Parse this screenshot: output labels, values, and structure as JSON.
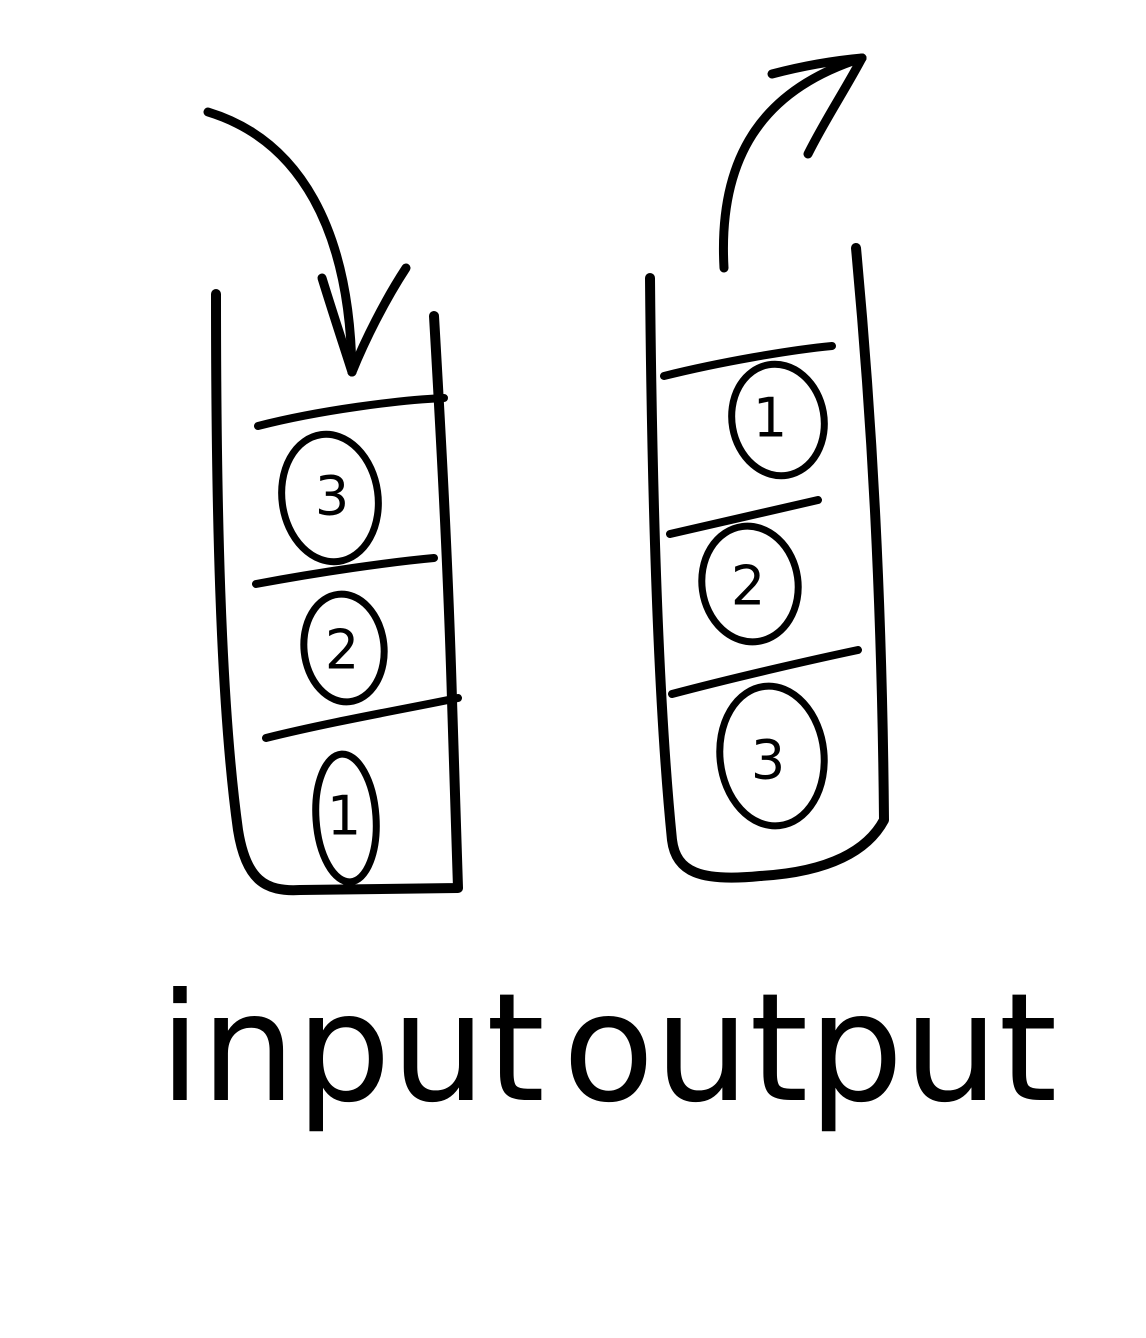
{
  "ink_color": "#000000",
  "background_color": "#ffffff",
  "input_stack": {
    "label": "input",
    "arrow": "arrow-in",
    "items": [
      "3",
      "2",
      "1"
    ]
  },
  "output_stack": {
    "label": "output",
    "arrow": "arrow-out",
    "items": [
      "1",
      "2",
      "3"
    ]
  }
}
